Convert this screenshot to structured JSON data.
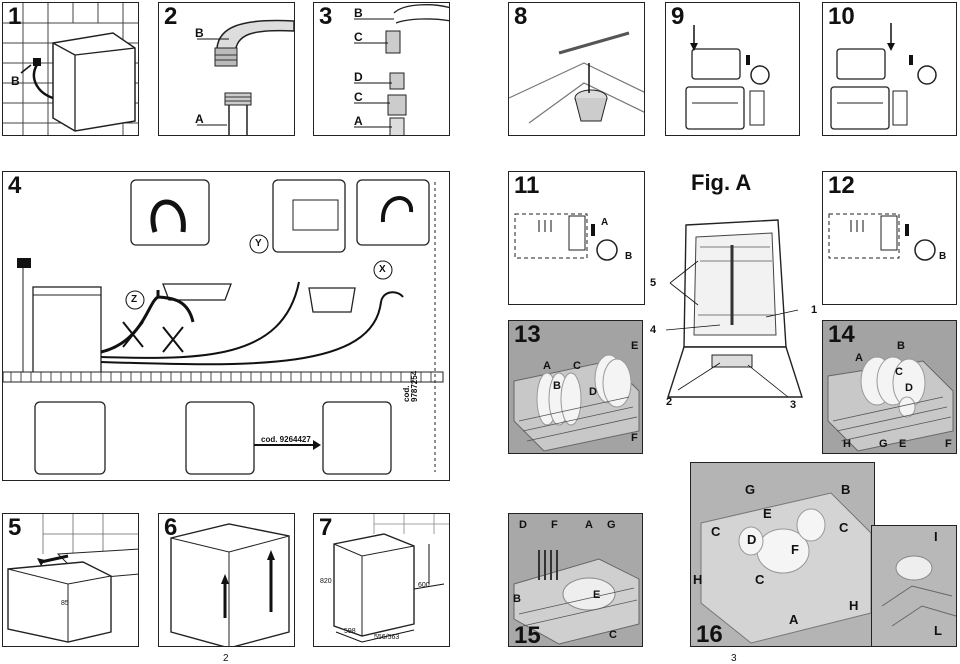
{
  "panels": {
    "p1": {
      "num": "1",
      "labels": {
        "b": "B"
      }
    },
    "p2": {
      "num": "2",
      "labels": {
        "b": "B",
        "a": "A"
      }
    },
    "p3": {
      "num": "3",
      "labels": {
        "b": "B",
        "c1": "C",
        "d": "D",
        "c2": "C",
        "a": "A"
      }
    },
    "p4": {
      "num": "4",
      "labels": {
        "z": "Z",
        "y": "Y",
        "x": "X"
      },
      "cod1": "cod. 9264427",
      "cod2": "cod. 9787254"
    },
    "p5": {
      "num": "5",
      "dim": "85"
    },
    "p6": {
      "num": "6"
    },
    "p7": {
      "num": "7",
      "dims": {
        "d1": "598",
        "d2": "556/563",
        "d3": "820",
        "d4": "600"
      }
    },
    "p8": {
      "num": "8"
    },
    "p9": {
      "num": "9"
    },
    "p10": {
      "num": "10"
    },
    "p11": {
      "num": "11",
      "labels": {
        "a": "A",
        "b": "B"
      }
    },
    "p12": {
      "num": "12",
      "labels": {
        "b": "B"
      }
    },
    "p13": {
      "num": "13",
      "labels": {
        "a": "A",
        "b": "B",
        "c": "C",
        "d": "D",
        "e": "E",
        "f": "F"
      }
    },
    "p14": {
      "num": "14",
      "labels": {
        "a": "A",
        "b": "B",
        "c": "C",
        "d": "D",
        "e": "E",
        "f": "F",
        "g": "G",
        "h": "H"
      }
    },
    "p15": {
      "num": "15",
      "labels": {
        "d": "D",
        "f": "F",
        "a": "A",
        "g": "G",
        "b": "B",
        "e": "E",
        "c": "C"
      }
    },
    "p16": {
      "num": "16",
      "labels": {
        "g": "G",
        "b": "B",
        "e": "E",
        "c1": "C",
        "d": "D",
        "c2": "C",
        "f": "F",
        "h1": "H",
        "c3": "C",
        "a": "A",
        "h2": "H",
        "i": "I",
        "l": "L"
      }
    }
  },
  "figA": {
    "title": "Fig. A",
    "callouts": {
      "n1": "1",
      "n2": "2",
      "n3": "3",
      "n4": "4",
      "n5": "5"
    }
  },
  "page_numbers": {
    "left": "2",
    "right": "3"
  }
}
